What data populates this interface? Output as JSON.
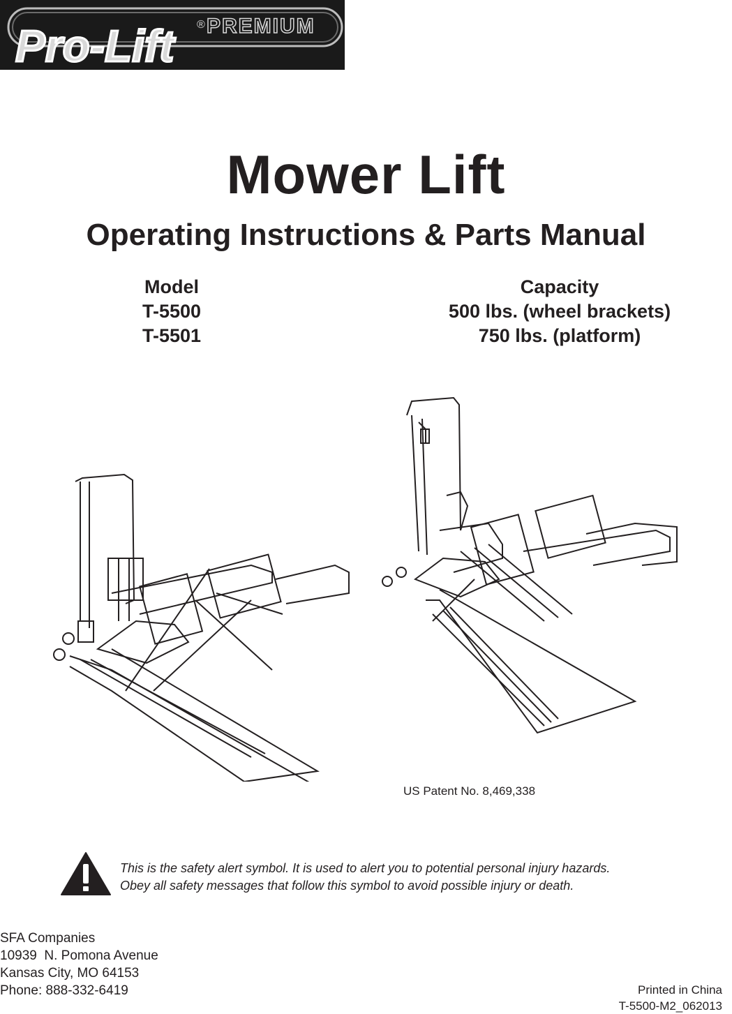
{
  "brand": {
    "logo_text": "Pro-Lift",
    "registered_mark": "®",
    "tier": "PREMIUM"
  },
  "title": "Mower Lift",
  "subtitle": "Operating Instructions & Parts Manual",
  "model": {
    "label": "Model",
    "items": [
      "T-5500",
      "T-5501"
    ]
  },
  "capacity": {
    "label": "Capacity",
    "items": [
      "500 lbs. (wheel brackets)",
      "750 lbs. (platform)"
    ]
  },
  "patent": "US Patent No. 8,469,338",
  "safety_alert": {
    "icon": "warning-triangle-icon",
    "line1": "This is the safety alert symbol. It is used to alert you to potential personal injury hazards.",
    "line2": "Obey all safety messages that follow this symbol to avoid possible injury or death."
  },
  "company": {
    "name": "SFA Companies",
    "street": "10939  N. Pomona Avenue",
    "city": "Kansas City, MO 64153",
    "phone": "Phone: 888-332-6419"
  },
  "footer": {
    "printed": "Printed in China",
    "doc_code": "T-5500-M2_062013"
  },
  "colors": {
    "text": "#231f20",
    "logo_bg": "#1a1a1a",
    "logo_fill": "#d9d9d9"
  }
}
